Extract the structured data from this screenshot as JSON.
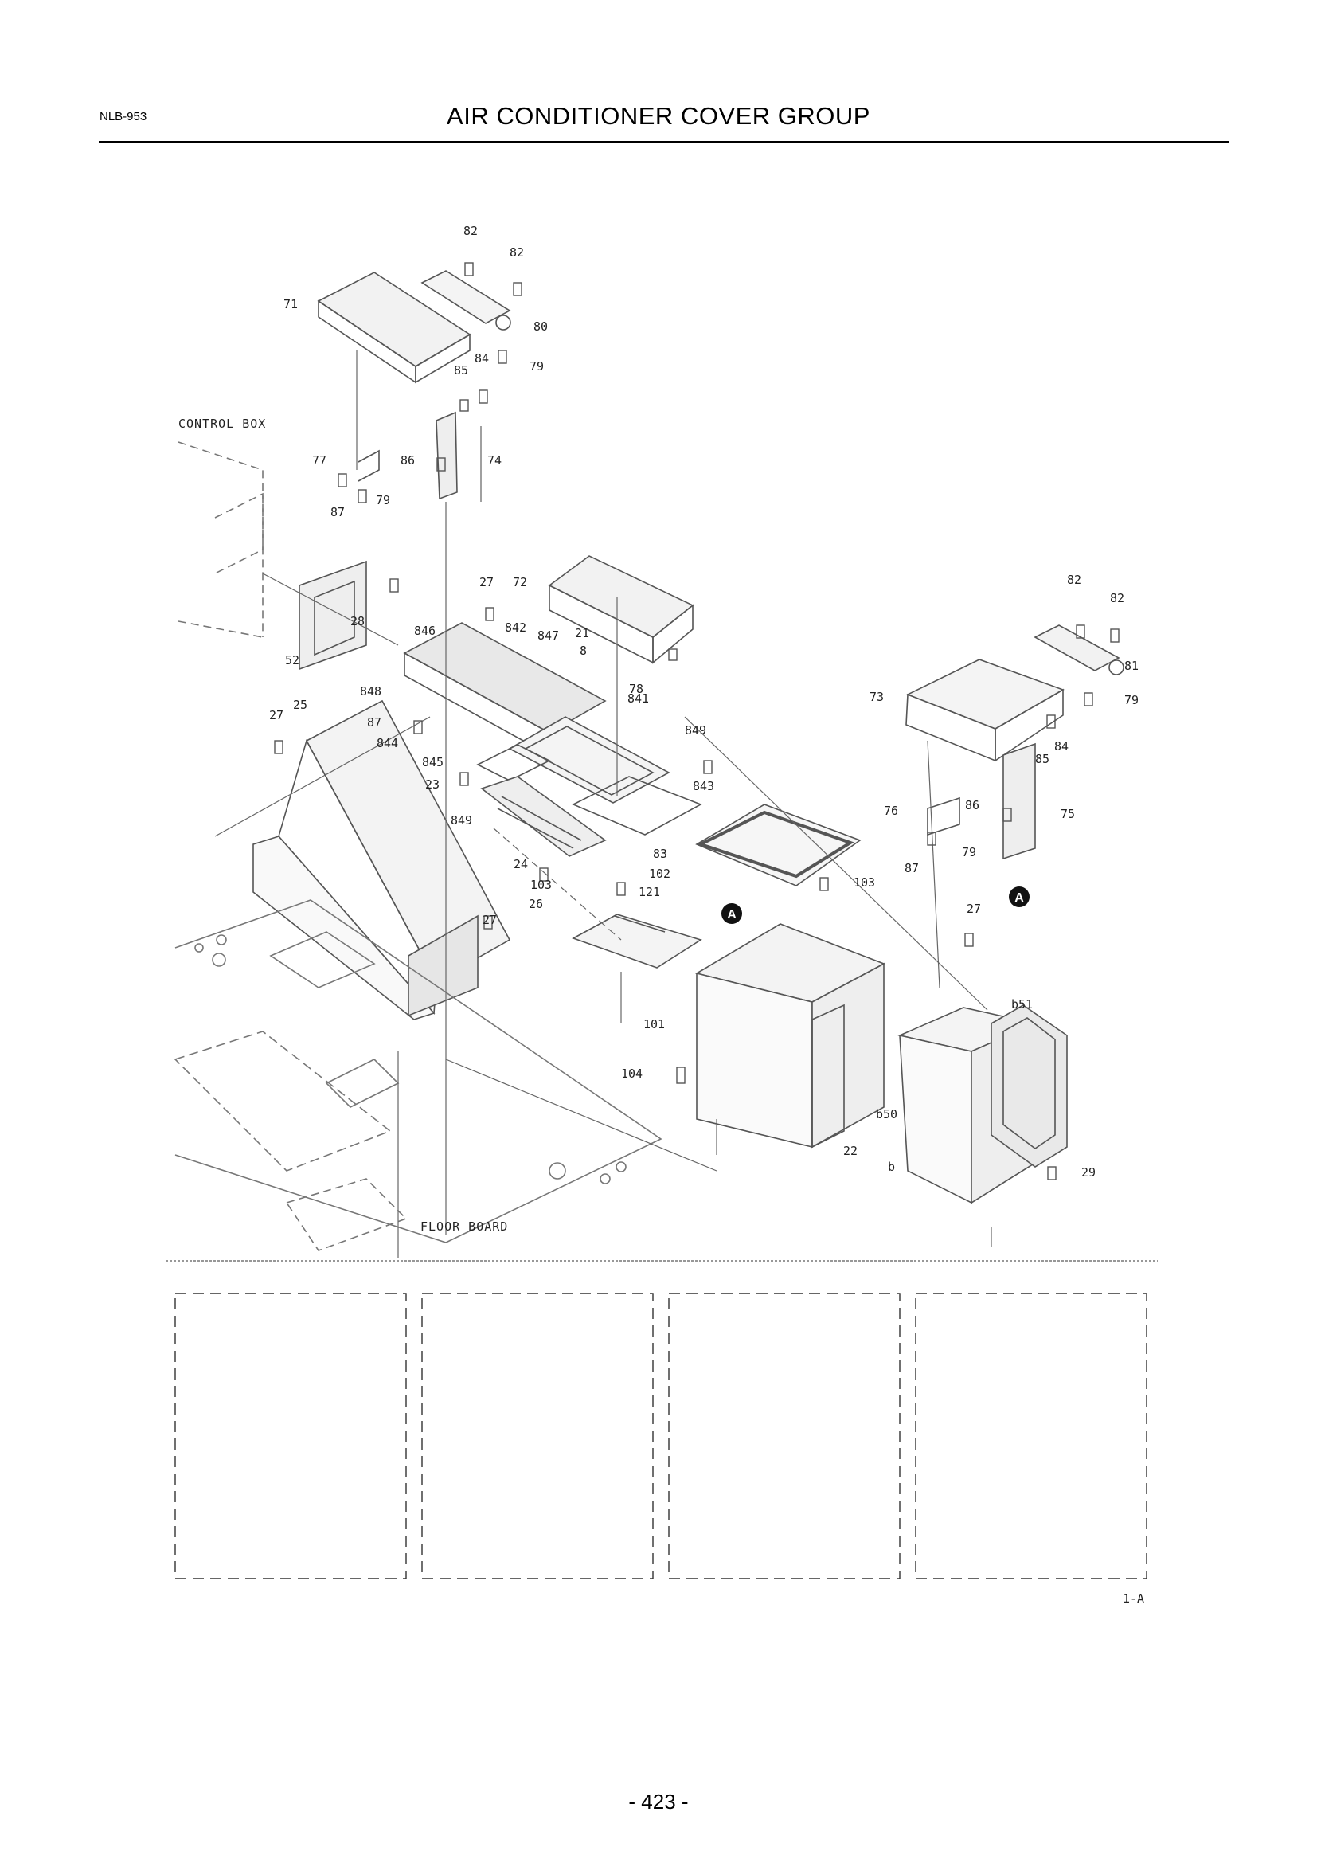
{
  "header": {
    "doc_code": "NLB-953",
    "title": "AIR CONDITIONER COVER GROUP"
  },
  "diagram": {
    "part_labels": [
      "82",
      "82",
      "71",
      "80",
      "84",
      "79",
      "85",
      "74",
      "77",
      "86",
      "87",
      "79",
      "72",
      "27",
      "28",
      "846",
      "842",
      "847",
      "21",
      "8",
      "78",
      "52",
      "848",
      "25",
      "27",
      "87",
      "844",
      "841",
      "849",
      "845",
      "843",
      "23",
      "849",
      "24",
      "26",
      "27",
      "103",
      "102",
      "121",
      "83",
      "103",
      "101",
      "104",
      "82",
      "82",
      "81",
      "73",
      "79",
      "84",
      "85",
      "75",
      "76",
      "86",
      "87",
      "79",
      "27",
      "b51",
      "b50",
      "22",
      "b",
      "29"
    ],
    "area_labels": [
      "CONTROL BOX",
      "FLOOR BOARD"
    ],
    "reference_markers": [
      "A",
      "A"
    ]
  },
  "sheet_code": "1-A",
  "footer": {
    "page_number": "- 423 -"
  }
}
